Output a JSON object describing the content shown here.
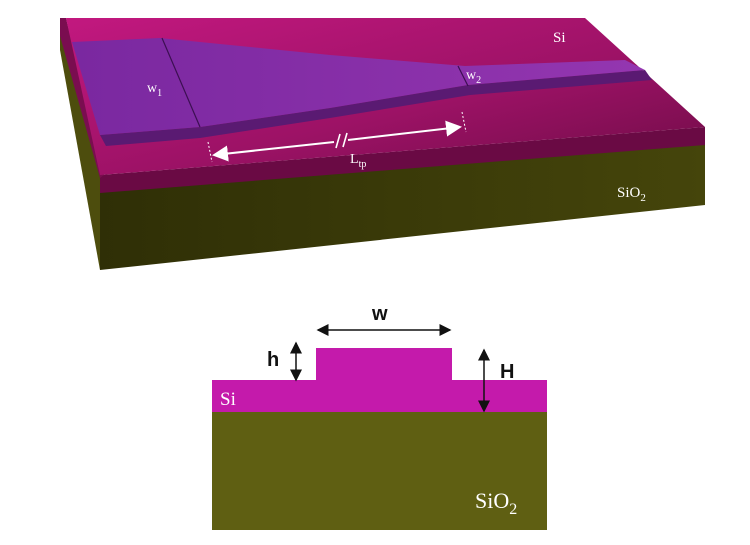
{
  "perspective_view": {
    "labels": {
      "si": "Si",
      "sio2_base": "SiO",
      "sio2_sub": "2",
      "w1_base": "w",
      "w1_sub": "1",
      "w2_base": "w",
      "w2_sub": "2",
      "ltp_base": "L",
      "ltp_sub": "tp"
    }
  },
  "cross_section": {
    "labels": {
      "w": "w",
      "h": "h",
      "H": "H",
      "si": "Si",
      "sio2_base": "SiO",
      "sio2_sub": "2"
    }
  },
  "colors": {
    "si_top_light": "#c2187f",
    "si_top_dark": "#6e0c46",
    "si_front": "#6a0a44",
    "taper_top": "#8b2fae",
    "taper_side": "#5a1a72",
    "sio2_front": "#3a3a08",
    "sio2_side": "#4d4d0d",
    "sio2_section": "#5f5f12",
    "si_section": "#c41aab",
    "arrow": "#111111",
    "white": "#ffffff"
  }
}
